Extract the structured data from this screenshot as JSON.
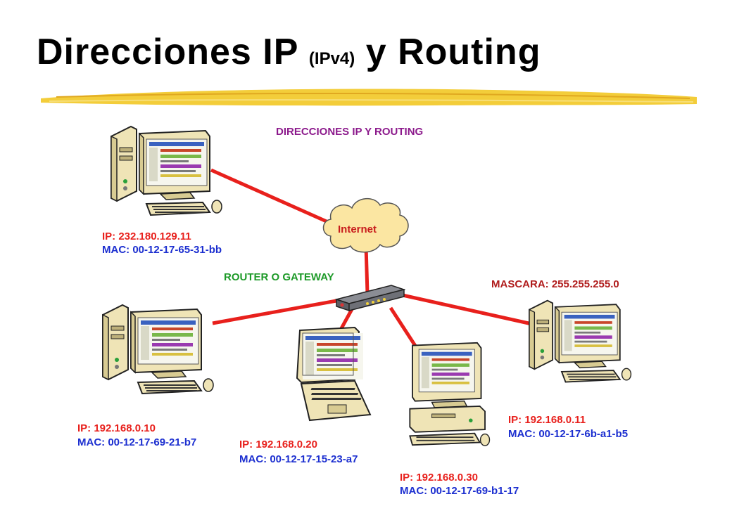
{
  "slide": {
    "title_main": "Direcciones IP",
    "title_small": "(IPv4)",
    "title_end": "y Routing"
  },
  "diagram": {
    "heading": "DIRECCIONES IP Y ROUTING",
    "cloud_label": "Internet",
    "router_label": "ROUTER O GATEWAY",
    "mask_label": "MASCARA: 255.255.255.0",
    "line_color": "#e8201c",
    "hosts": [
      {
        "id": "internet-host",
        "type": "desktop",
        "ip": "IP: 232.180.129.11",
        "mac": "MAC: 00-12-17-65-31-bb"
      },
      {
        "id": "lan-1",
        "type": "desktop",
        "ip": "IP: 192.168.0.10",
        "mac": "MAC: 00-12-17-69-21-b7"
      },
      {
        "id": "lan-2",
        "type": "laptop",
        "ip": "IP: 192.168.0.20",
        "mac": "MAC: 00-12-17-15-23-a7"
      },
      {
        "id": "lan-3",
        "type": "desktop",
        "ip": "IP: 192.168.0.30",
        "mac": "MAC: 00-12-17-69-b1-17"
      },
      {
        "id": "lan-4",
        "type": "desktop",
        "ip": "IP: 192.168.0.11",
        "mac": "MAC: 00-12-17-6b-a1-b5"
      }
    ]
  }
}
